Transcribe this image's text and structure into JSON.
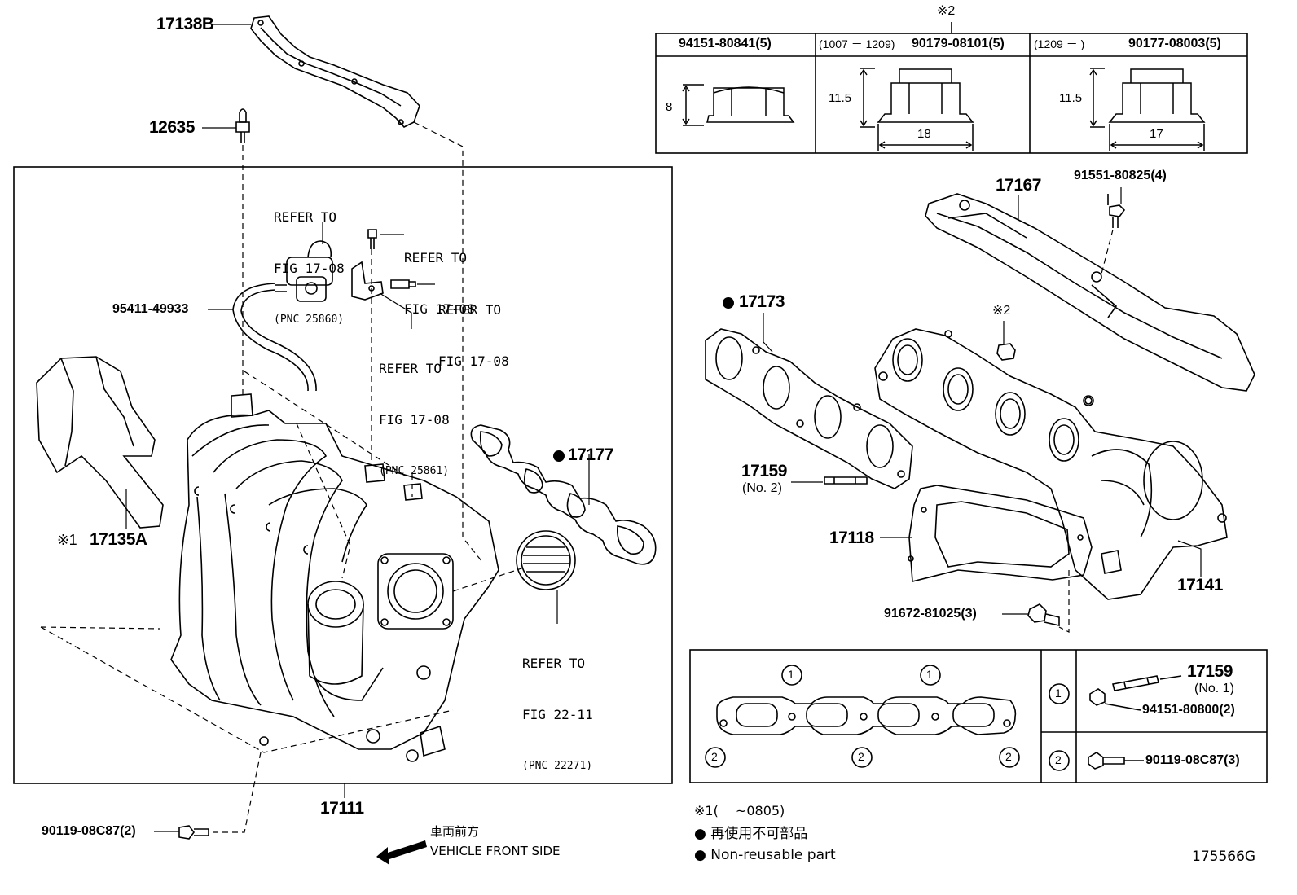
{
  "diagram_id": "175566G",
  "parts": {
    "p17138B": "17138B",
    "p12635": "12635",
    "p95411": "95411-49933",
    "p17135A": "17135A",
    "p17135A_mark": "※1",
    "p17177": "17177",
    "p17111": "17111",
    "p90119_left": "90119-08C87(2)",
    "p17167": "17167",
    "p91551": "91551-80825(4)",
    "p17173": "17173",
    "mark2_mid": "※2",
    "p17159_no2": "17159",
    "p17159_no2_sub": "(No. 2)",
    "p17118": "17118",
    "p17141": "17141",
    "p91672": "91672-81025(3)"
  },
  "refs": {
    "r1": {
      "line1": "REFER TO",
      "line2": "FIG 17-08",
      "line3": "(PNC 25860)"
    },
    "r2": {
      "line1": "REFER TO",
      "line2": "FIG 17-08"
    },
    "r3": {
      "line1": "REFER TO",
      "line2": "FIG 17-08"
    },
    "r4": {
      "line1": "REFER TO",
      "line2": "FIG 17-08",
      "line3": "(PNC 25861)"
    },
    "r5": {
      "line1": "REFER TO",
      "line2": "FIG 22-11",
      "line3": "(PNC 22271)"
    }
  },
  "nut_table": {
    "top_mark": "※2",
    "col1": {
      "header": "94151-80841(5)",
      "height": "8"
    },
    "col2": {
      "range": "(1007 － 1209)",
      "header": "90179-08101(5)",
      "height": "11.5",
      "width": "18"
    },
    "col3": {
      "range": "(1209 －      )",
      "header": "90177-08003(5)",
      "height": "11.5",
      "width": "17"
    }
  },
  "gasket_table": {
    "circle1": "1",
    "circle2": "2",
    "row1_part": "17159",
    "row1_sub": "(No. 1)",
    "row1_nut": "94151-80800(2)",
    "row2_bolt": "90119-08C87(3)"
  },
  "notes": {
    "n1_mark": "※1",
    "n1_text": "(　 ~0805)",
    "bullet": "●",
    "n2": "再使用不可部品",
    "n3": "Non-reusable part"
  },
  "direction": {
    "jp": "車両前方",
    "en": "VEHICLE FRONT SIDE"
  }
}
